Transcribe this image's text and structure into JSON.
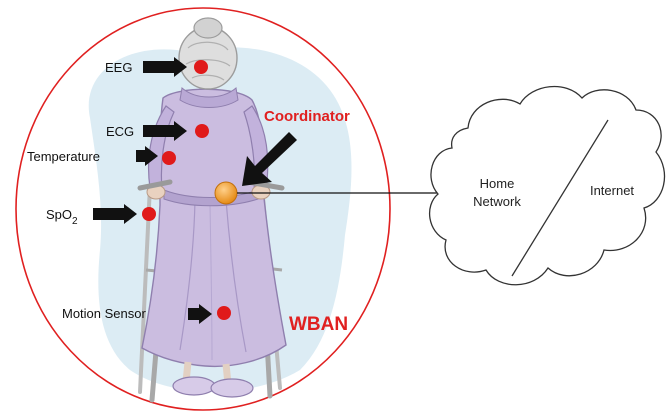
{
  "diagram": {
    "sensors": [
      {
        "name": "EEG",
        "label": "EEG"
      },
      {
        "name": "ECG",
        "label": "ECG"
      },
      {
        "name": "Temperature",
        "label": "Temperature"
      },
      {
        "name": "SpO2",
        "label": "SpO",
        "subscript": "2"
      },
      {
        "name": "Motion Sensor",
        "label": "Motion Sensor"
      }
    ],
    "coordinator_label": "Coordinator",
    "wban_label": "WBAN",
    "cloud": {
      "home_network_line1": "Home",
      "home_network_line2": "Network",
      "internet_label": "Internet"
    },
    "colors": {
      "accent_red": "#e02020",
      "sensor_dot": "#e01a1a",
      "coordinator_dot": "#f39a2a",
      "arrow_black": "#111111",
      "robe": "#cbbde0",
      "background_blob": "#d6e9f2"
    }
  }
}
